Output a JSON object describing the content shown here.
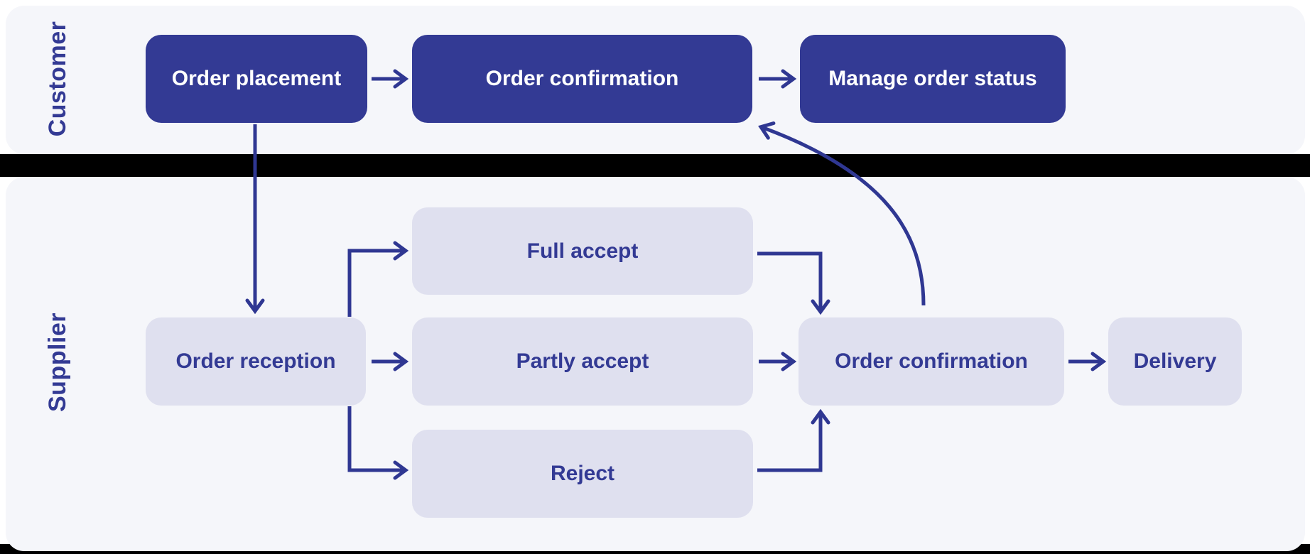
{
  "colors": {
    "accent_line": "#2f3792",
    "dark_box_bg": "#333a94",
    "dark_box_text": "#ffffff",
    "light_box_bg": "#dfe0ef",
    "light_box_text": "#333a94",
    "lane_bg": "#f5f6fa",
    "divider_band": "#000000",
    "page_bg": "#ffffff"
  },
  "lanes": {
    "customer": {
      "label": "Customer"
    },
    "supplier": {
      "label": "Supplier"
    }
  },
  "nodes": {
    "order_placement": {
      "label": "Order placement",
      "lane": "customer"
    },
    "order_confirmation_customer": {
      "label": "Order confirmation",
      "lane": "customer"
    },
    "manage_order_status": {
      "label": "Manage order status",
      "lane": "customer"
    },
    "order_reception": {
      "label": "Order reception",
      "lane": "supplier"
    },
    "full_accept": {
      "label": "Full accept",
      "lane": "supplier"
    },
    "partly_accept": {
      "label": "Partly accept",
      "lane": "supplier"
    },
    "reject": {
      "label": "Reject",
      "lane": "supplier"
    },
    "order_confirmation_supplier": {
      "label": "Order confirmation",
      "lane": "supplier"
    },
    "delivery": {
      "label": "Delivery",
      "lane": "supplier"
    }
  },
  "edges": [
    {
      "from": "order_placement",
      "to": "order_confirmation_customer"
    },
    {
      "from": "order_confirmation_customer",
      "to": "manage_order_status"
    },
    {
      "from": "order_placement",
      "to": "order_reception"
    },
    {
      "from": "order_reception",
      "to": "full_accept"
    },
    {
      "from": "order_reception",
      "to": "partly_accept"
    },
    {
      "from": "order_reception",
      "to": "reject"
    },
    {
      "from": "full_accept",
      "to": "order_confirmation_supplier"
    },
    {
      "from": "partly_accept",
      "to": "order_confirmation_supplier"
    },
    {
      "from": "reject",
      "to": "order_confirmation_supplier"
    },
    {
      "from": "order_confirmation_supplier",
      "to": "delivery"
    },
    {
      "from": "order_confirmation_supplier",
      "to": "order_confirmation_customer"
    }
  ]
}
